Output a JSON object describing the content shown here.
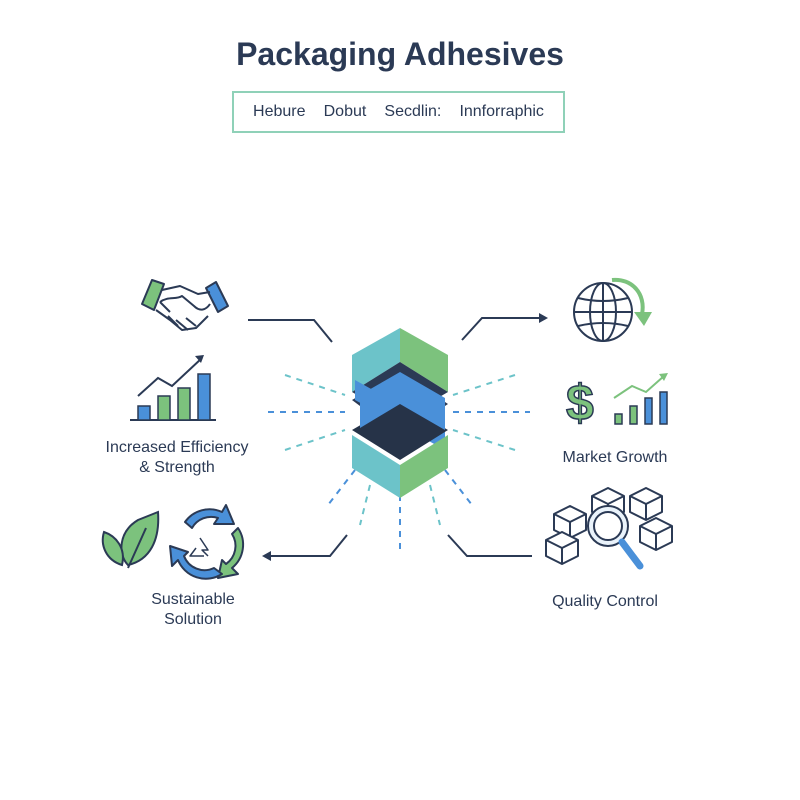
{
  "title": "Packaging Adhesives",
  "tabs": [
    "Hebure",
    "Dobut",
    "Secdlin:",
    "Innforraphic"
  ],
  "labels": {
    "efficiency_line1": "Increased Efficiency",
    "efficiency_line2": "& Strength",
    "market": "Market Growth",
    "sustainable_line1": "Sustainable",
    "sustainable_line2": "Solution",
    "quality": "Quality Control"
  },
  "icons": {
    "partnership": "handshake-icon",
    "efficiency": "bar-chart-growth-icon",
    "sustainability": [
      "leaf-icon",
      "recycle-icon"
    ],
    "global": "globe-arrow-icon",
    "market": [
      "dollar-icon",
      "growth-chart-icon"
    ],
    "quality": "boxes-magnifier-icon",
    "center": "adhesive-ribbon-logo"
  },
  "colors": {
    "navy": "#2b3a55",
    "blue": "#4a90d9",
    "teal": "#6cc3c9",
    "green": "#7cc27d",
    "dark": "#263348"
  }
}
